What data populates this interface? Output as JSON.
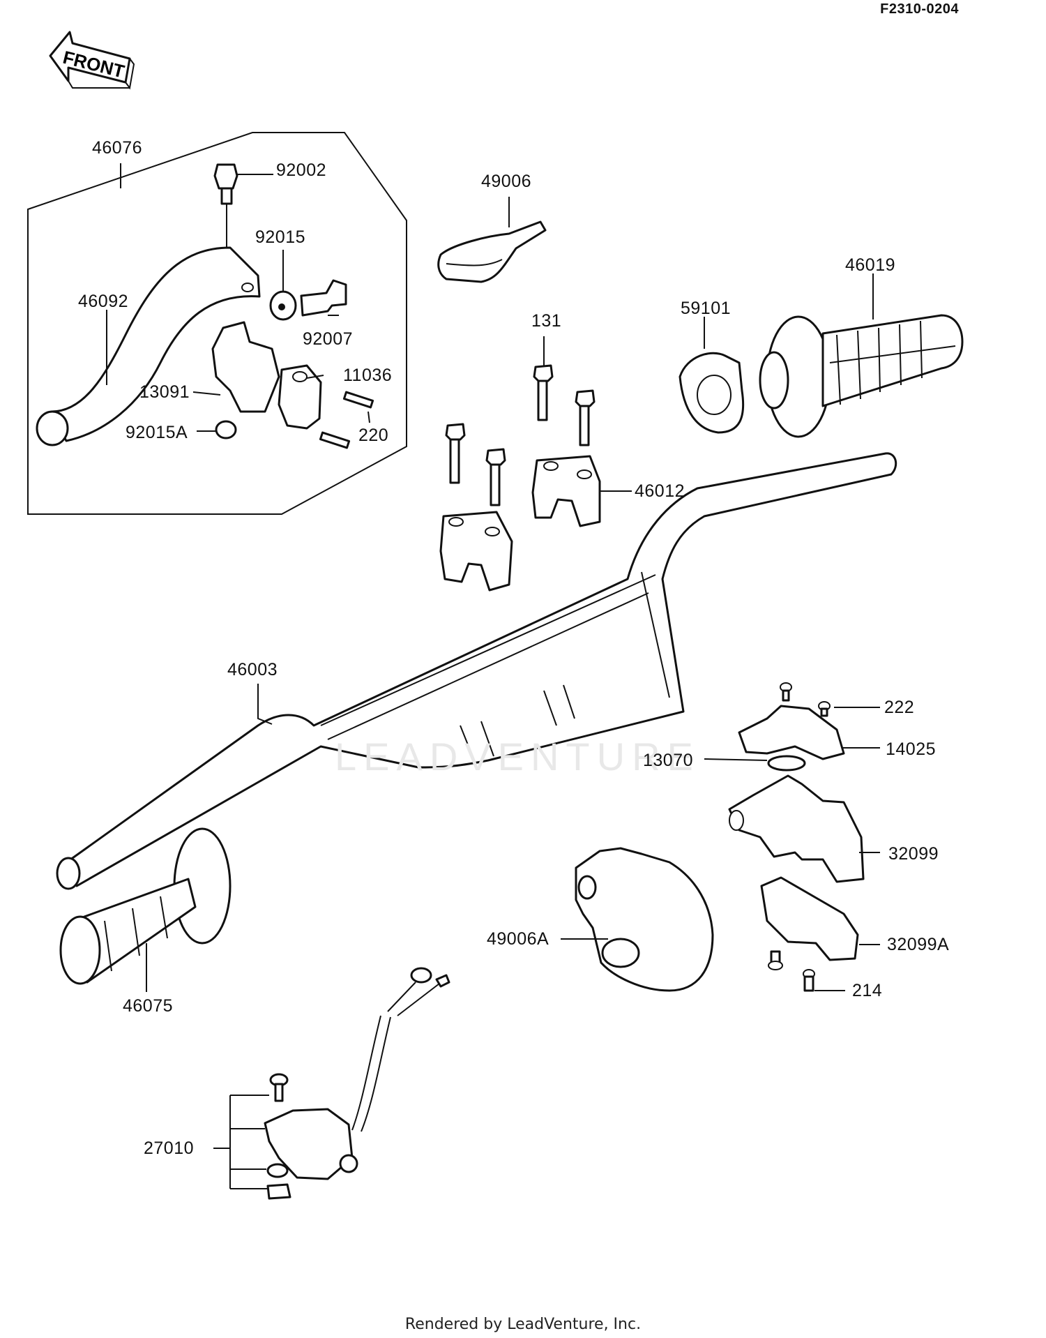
{
  "header_code": "F2310-0204",
  "front_arrow_label": "FRONT",
  "footer_text": "Rendered by LeadVenture, Inc.",
  "watermark_text": "LEADVENTURE",
  "parts": {
    "p46076": "46076",
    "p92002": "92002",
    "p92015": "92015",
    "p46092": "46092",
    "p92007": "92007",
    "p11036": "11036",
    "p13091": "13091",
    "p92015A": "92015A",
    "p220": "220",
    "p49006": "49006",
    "p131": "131",
    "p59101": "59101",
    "p46019": "46019",
    "p46012": "46012",
    "p46003": "46003",
    "p222": "222",
    "p14025": "14025",
    "p13070": "13070",
    "p32099": "32099",
    "p49006A": "49006A",
    "p32099A": "32099A",
    "p214": "214",
    "p46075": "46075",
    "p27010": "27010"
  }
}
